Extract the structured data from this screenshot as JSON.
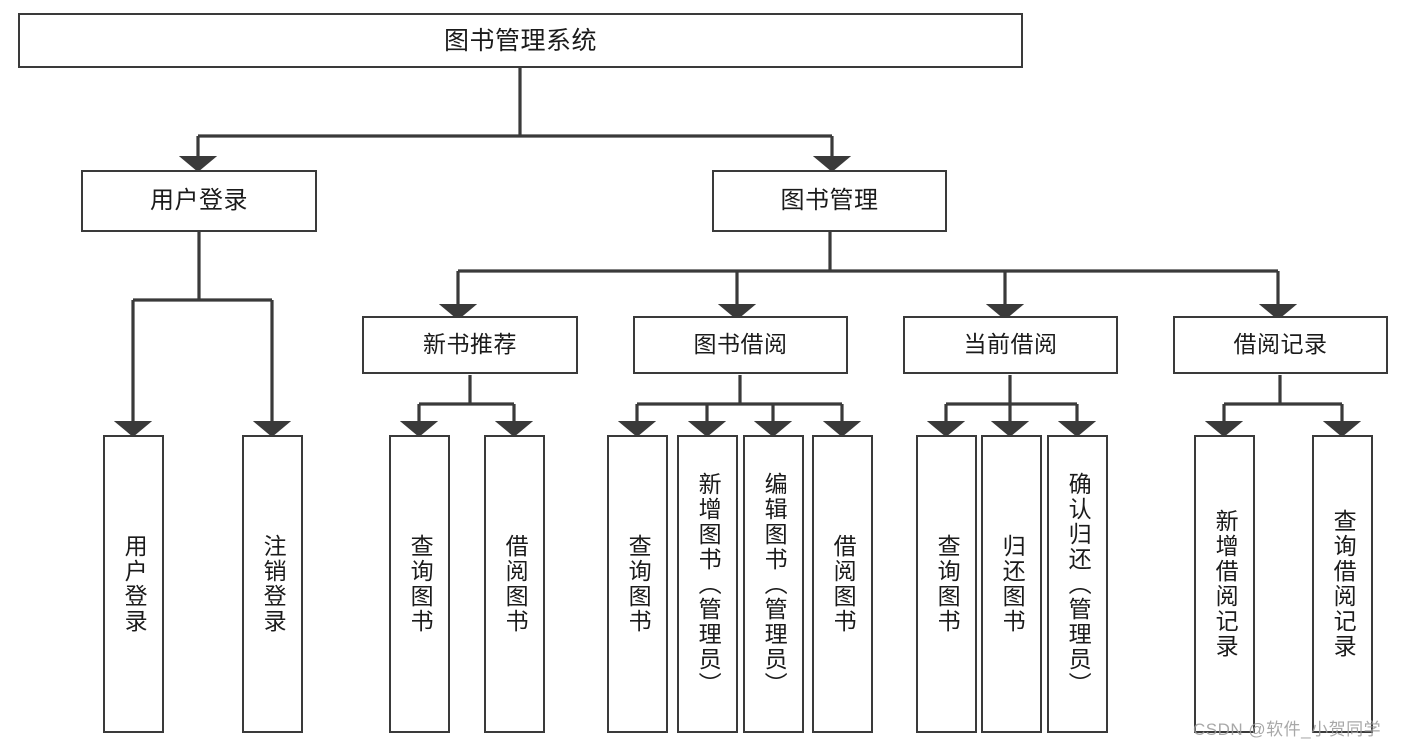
{
  "diagram": {
    "title": "图书管理系统",
    "type": "tree",
    "theme": {
      "box_border": "#3a3a3a",
      "box_fill": "#ffffff",
      "line": "#3a3a3a",
      "text": "#1b1b1b",
      "background": "#ffffff"
    },
    "root": {
      "label": "图书管理系统"
    },
    "level1": [
      {
        "label": "用户登录"
      },
      {
        "label": "图书管理"
      }
    ],
    "level2": [
      {
        "label": "新书推荐"
      },
      {
        "label": "图书借阅"
      },
      {
        "label": "当前借阅"
      },
      {
        "label": "借阅记录"
      }
    ],
    "leaves": {
      "user_login": [
        {
          "label": "用户登录"
        },
        {
          "label": "注销登录"
        }
      ],
      "new_book_recommend": [
        {
          "label": "查询图书"
        },
        {
          "label": "借阅图书"
        }
      ],
      "book_borrow": [
        {
          "label": "查询图书"
        },
        {
          "label": "新增图书（管理员）"
        },
        {
          "label": "编辑图书（管理员）"
        },
        {
          "label": "借阅图书"
        }
      ],
      "current_borrow": [
        {
          "label": "查询图书"
        },
        {
          "label": "归还图书"
        },
        {
          "label": "确认归还（管理员）"
        }
      ],
      "borrow_record": [
        {
          "label": "新增借阅记录"
        },
        {
          "label": "查询借阅记录"
        }
      ]
    }
  },
  "watermark": {
    "text": "CSDN @软件_小贺同学"
  }
}
